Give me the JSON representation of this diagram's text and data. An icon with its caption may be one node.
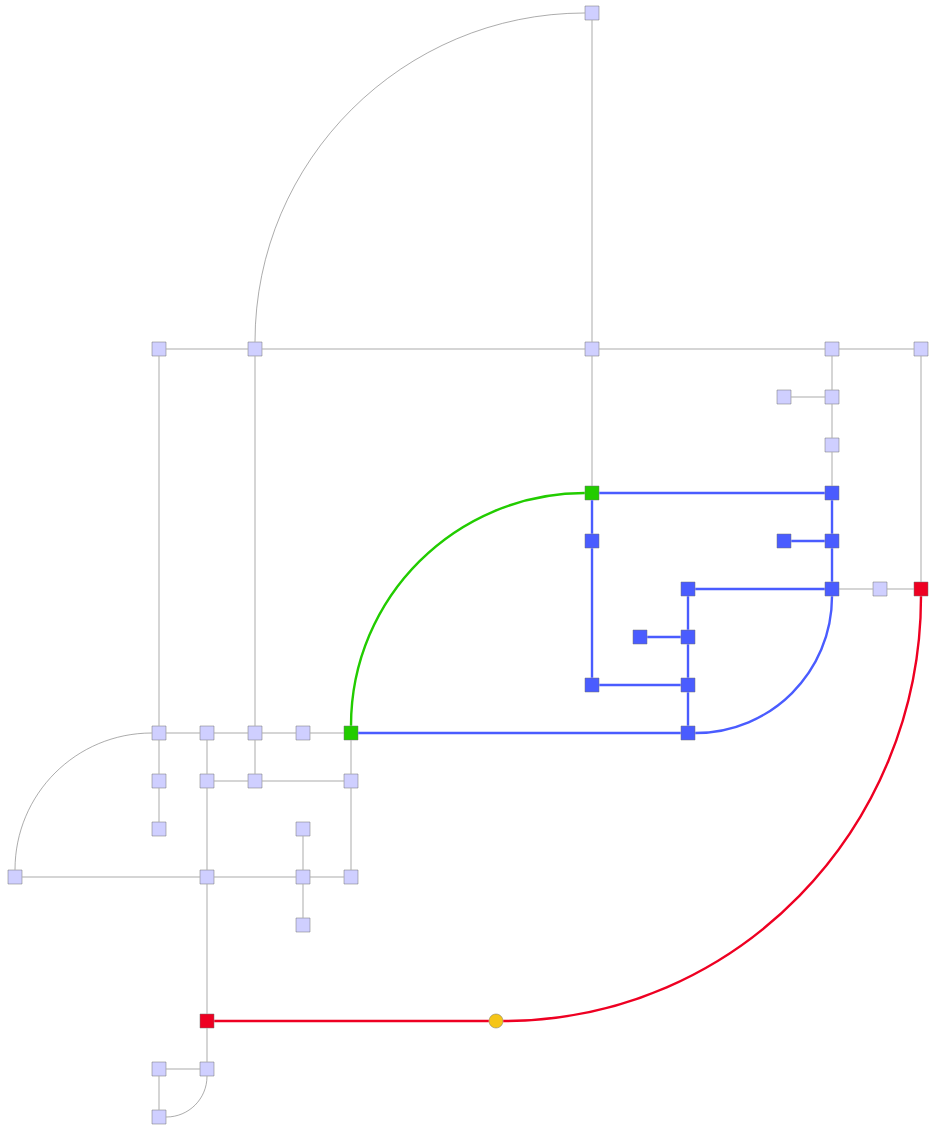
{
  "diagram": {
    "nodes": [
      {
        "text": [],
        "shape": "box"
      },
      {
        "text": [],
        "shape": "box"
      },
      {
        "text": [],
        "shape": "box"
      },
      {
        "text": [],
        "shape": "box"
      },
      {
        "text": [],
        "shape": "box"
      },
      {
        "text": [],
        "shape": "box"
      },
      {
        "text": [],
        "shape": "box"
      },
      {
        "text": [],
        "shape": "box"
      },
      {
        "text": [],
        "shape": "box"
      },
      {
        "text": [],
        "shape": "box"
      },
      {
        "text": [],
        "shape": "box"
      },
      {
        "text": [],
        "shape": "box"
      },
      {
        "text": [],
        "shape": "box"
      },
      {
        "text": [],
        "shape": "box"
      },
      {
        "text": [],
        "shape": "box"
      },
      {
        "text": [],
        "shape": "box"
      },
      {
        "text": [],
        "shape": "box"
      },
      {
        "text": [],
        "shape": "box"
      },
      {
        "text": [],
        "shape": "box"
      },
      {
        "text": [],
        "shape": "box"
      },
      {
        "text": [],
        "shape": "box"
      },
      {
        "text": [],
        "shape": "box"
      },
      {
        "text": [],
        "shape": "box"
      },
      {
        "text": [],
        "shape": "box"
      },
      {
        "text": [],
        "shape": "box"
      },
      {
        "text": [],
        "shape": "box"
      },
      {
        "text": [],
        "shape": "box"
      },
      {
        "text": [],
        "shape": "box"
      },
      {
        "text": [],
        "shape": "box"
      },
      {
        "text": [],
        "shape": "box"
      },
      {
        "text": [],
        "shape": "box"
      },
      {
        "text": [],
        "shape": "box"
      },
      {
        "text": [],
        "shape": "box"
      },
      {
        "text": [],
        "shape": "box"
      },
      {
        "text": [],
        "shape": "box"
      },
      {
        "text": [],
        "shape": "box"
      },
      {
        "text": [],
        "shape": "box"
      },
      {
        "text": [],
        "shape": "box"
      },
      {
        "text": [],
        "shape": "box"
      },
      {
        "text": [],
        "shape": "box"
      },
      {
        "text": [],
        "shape": "circle"
      },
      {
        "text": [],
        "shape": "box"
      },
      {
        "text": [],
        "shape": "box"
      },
      {
        "text": [],
        "shape": "box"
      }
    ],
    "edges": [
      {
        "from": 0,
        "to": 3,
        "arrow": "none"
      },
      {
        "from": 0,
        "to": 2,
        "arrow": "none"
      },
      {
        "from": 1,
        "to": 2,
        "arrow": "none"
      },
      {
        "from": 2,
        "to": 3,
        "arrow": "none"
      },
      {
        "from": 3,
        "to": 4,
        "arrow": "none"
      },
      {
        "from": 4,
        "to": 5,
        "arrow": "none"
      },
      {
        "from": 1,
        "to": 22,
        "arrow": "none"
      },
      {
        "from": 2,
        "to": 24,
        "arrow": "none"
      },
      {
        "from": 3,
        "to": 9,
        "arrow": "none"
      },
      {
        "from": 4,
        "to": 7,
        "arrow": "none"
      },
      {
        "from": 6,
        "to": 7,
        "arrow": "none"
      },
      {
        "from": 7,
        "to": 8,
        "arrow": "none"
      },
      {
        "from": 8,
        "to": 10,
        "arrow": "none"
      },
      {
        "from": 5,
        "to": 17,
        "arrow": "none"
      },
      {
        "from": 15,
        "to": 16,
        "arrow": "none"
      },
      {
        "from": 16,
        "to": 17,
        "arrow": "none"
      },
      {
        "from": 9,
        "to": 10,
        "arrow": "none",
        "style": "thick",
        "color": "#4a5cff"
      },
      {
        "from": 9,
        "to": 11,
        "arrow": "none",
        "style": "thick",
        "color": "#4a5cff"
      },
      {
        "from": 10,
        "to": 13,
        "arrow": "none",
        "style": "thick",
        "color": "#4a5cff"
      },
      {
        "from": 12,
        "to": 13,
        "arrow": "none",
        "style": "thick",
        "color": "#4a5cff"
      },
      {
        "from": 13,
        "to": 15,
        "arrow": "none",
        "style": "thick",
        "color": "#4a5cff"
      },
      {
        "from": 14,
        "to": 15,
        "arrow": "none",
        "style": "thick",
        "color": "#4a5cff"
      },
      {
        "from": 14,
        "to": 19,
        "arrow": "none",
        "style": "thick",
        "color": "#4a5cff"
      },
      {
        "from": 18,
        "to": 19,
        "arrow": "none",
        "style": "thick",
        "color": "#4a5cff"
      },
      {
        "from": 19,
        "to": 21,
        "arrow": "none",
        "style": "thick",
        "color": "#4a5cff"
      },
      {
        "from": 11,
        "to": 20,
        "arrow": "none",
        "style": "thick",
        "color": "#4a5cff"
      },
      {
        "from": 20,
        "to": 21,
        "arrow": "none",
        "style": "thick",
        "color": "#4a5cff"
      },
      {
        "from": 21,
        "to": 27,
        "arrow": "none",
        "style": "thick",
        "color": "#4a5cff"
      },
      {
        "from": 26,
        "to": 27,
        "arrow": "none",
        "style": "thick",
        "color": "#4a5cff"
      },
      {
        "from": 15,
        "to": 27,
        "arrow": "none",
        "style": "thick",
        "color": "#4a5cff"
      },
      {
        "from": 9,
        "to": 26,
        "arrow": "none",
        "style": "thick",
        "color": "#22cc00"
      },
      {
        "from": 17,
        "to": 40,
        "arrow": "none",
        "style": "thick",
        "color": "#ee0022"
      },
      {
        "from": 39,
        "to": 40,
        "arrow": "none",
        "style": "thick",
        "color": "#ee0022"
      },
      {
        "from": 22,
        "to": 23,
        "arrow": "none"
      },
      {
        "from": 23,
        "to": 24,
        "arrow": "none"
      },
      {
        "from": 24,
        "to": 25,
        "arrow": "none"
      },
      {
        "from": 25,
        "to": 26,
        "arrow": "none"
      },
      {
        "from": 22,
        "to": 34,
        "arrow": "none"
      },
      {
        "from": 22,
        "to": 28,
        "arrow": "none"
      },
      {
        "from": 28,
        "to": 32,
        "arrow": "none"
      },
      {
        "from": 23,
        "to": 29,
        "arrow": "none"
      },
      {
        "from": 24,
        "to": 30,
        "arrow": "none"
      },
      {
        "from": 26,
        "to": 31,
        "arrow": "none"
      },
      {
        "from": 29,
        "to": 30,
        "arrow": "none"
      },
      {
        "from": 30,
        "to": 31,
        "arrow": "none"
      },
      {
        "from": 31,
        "to": 37,
        "arrow": "none"
      },
      {
        "from": 29,
        "to": 35,
        "arrow": "none"
      },
      {
        "from": 34,
        "to": 35,
        "arrow": "none"
      },
      {
        "from": 35,
        "to": 36,
        "arrow": "none"
      },
      {
        "from": 36,
        "to": 37,
        "arrow": "none"
      },
      {
        "from": 33,
        "to": 36,
        "arrow": "none"
      },
      {
        "from": 36,
        "to": 38,
        "arrow": "none"
      },
      {
        "from": 35,
        "to": 39,
        "arrow": "none"
      },
      {
        "from": 39,
        "to": 42,
        "arrow": "none"
      },
      {
        "from": 41,
        "to": 42,
        "arrow": "none"
      },
      {
        "from": 41,
        "to": 43,
        "arrow": "none"
      },
      {
        "from": 42,
        "to": 43,
        "arrow": "none"
      }
    ]
  }
}
